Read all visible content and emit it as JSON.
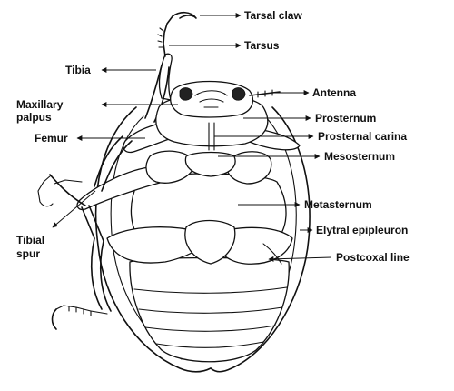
{
  "figure": {
    "labels": {
      "tarsal_claw": "Tarsal claw",
      "tarsus": "Tarsus",
      "tibia": "Tibia",
      "maxillary_palpus_line1": "Maxillary",
      "maxillary_palpus_line2": "palpus",
      "femur": "Femur",
      "tibial_spur_line1": "Tibial",
      "tibial_spur_line2": "spur",
      "antenna": "Antenna",
      "prosternum": "Prosternum",
      "prosternal_carina": "Prosternal carina",
      "mesosternum": "Mesosternum",
      "metasternum": "Metasternum",
      "elytral_epipleuron": "Elytral epipleuron",
      "postcoxal_line": "Postcoxal line"
    },
    "colors": {
      "ink": "#111111",
      "background": "#ffffff"
    }
  }
}
